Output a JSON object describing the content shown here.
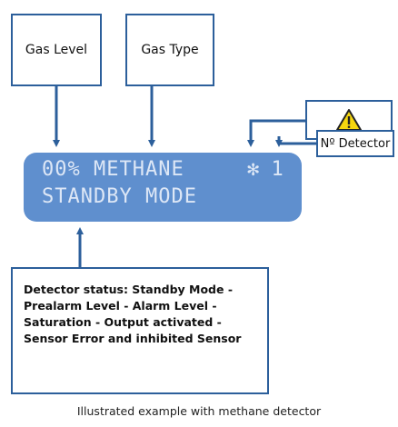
{
  "callouts": {
    "gas_level": "Gas Level",
    "gas_type": "Gas Type",
    "detector_number": "Nº Detector"
  },
  "lcd": {
    "line1": "00% METHANE",
    "symbol": "✻",
    "detector_no": "1",
    "line2": "STANDBY MODE"
  },
  "status_text": "Detector status: Standby Mode - Prealarm Level - Alarm Level - Saturation - Output activated - Sensor Error and inhibited Sensor",
  "caption": "Illustrated example with methane detector",
  "icons": [
    "warning-triangle-icon",
    "arrow-icon"
  ],
  "colors": {
    "line": "#2c5f9b",
    "lcd_bg": "#5f8fce",
    "lcd_text": "#dde7f6",
    "warning": "#f5d60f"
  }
}
